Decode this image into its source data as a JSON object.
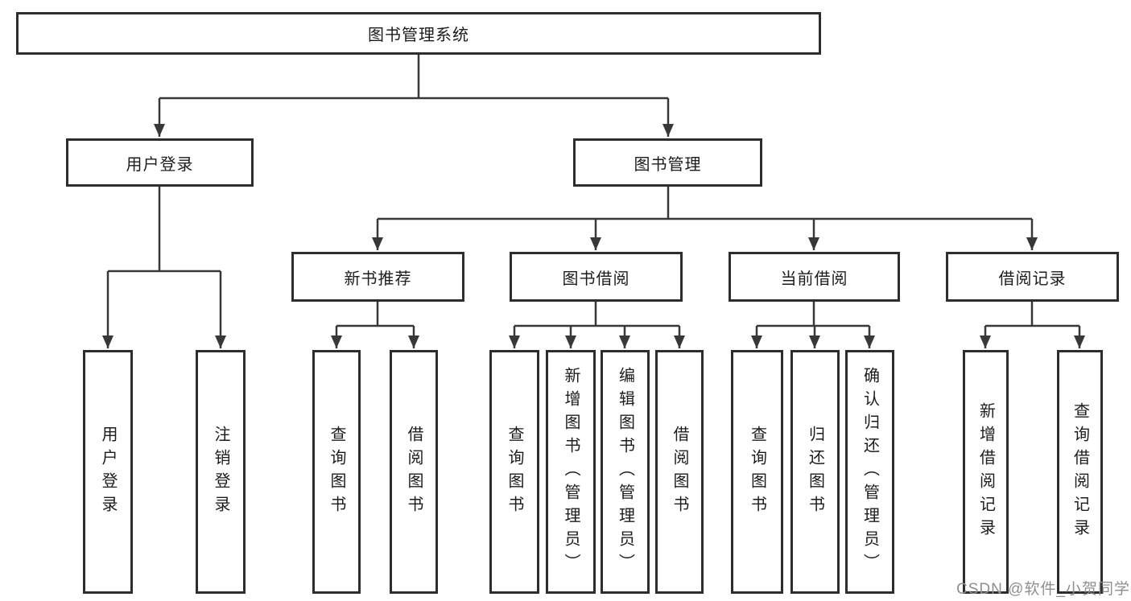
{
  "diagram": {
    "type": "hierarchy-tree",
    "title": "图书管理系统",
    "branches": {
      "user_login": {
        "label": "用户登录",
        "children": {
          "login": "用户登录",
          "logout": "注销登录"
        }
      },
      "book_mgmt": {
        "label": "图书管理",
        "children": {
          "new_book_rec": {
            "label": "新书推荐",
            "children": {
              "query": "查询图书",
              "borrow": "借阅图书"
            }
          },
          "book_borrow": {
            "label": "图书借阅",
            "children": {
              "query": "查询图书",
              "add": "新增图书（管理员）",
              "edit": "编辑图书（管理员）",
              "borrow": "借阅图书"
            }
          },
          "current_borrow": {
            "label": "当前借阅",
            "children": {
              "query": "查询图书",
              "return": "归还图书",
              "confirm": "确认归还（管理员）"
            }
          },
          "borrow_record": {
            "label": "借阅记录",
            "children": {
              "add": "新增借阅记录",
              "query": "查询借阅记录"
            }
          }
        }
      }
    }
  },
  "watermark": "CSDN @软件_小贺同学",
  "colors": {
    "line": "#383838",
    "box_border": "#2d2d2d",
    "text": "#1c1c1c",
    "watermark": "#8f8f8f",
    "background": "#ffffff"
  }
}
